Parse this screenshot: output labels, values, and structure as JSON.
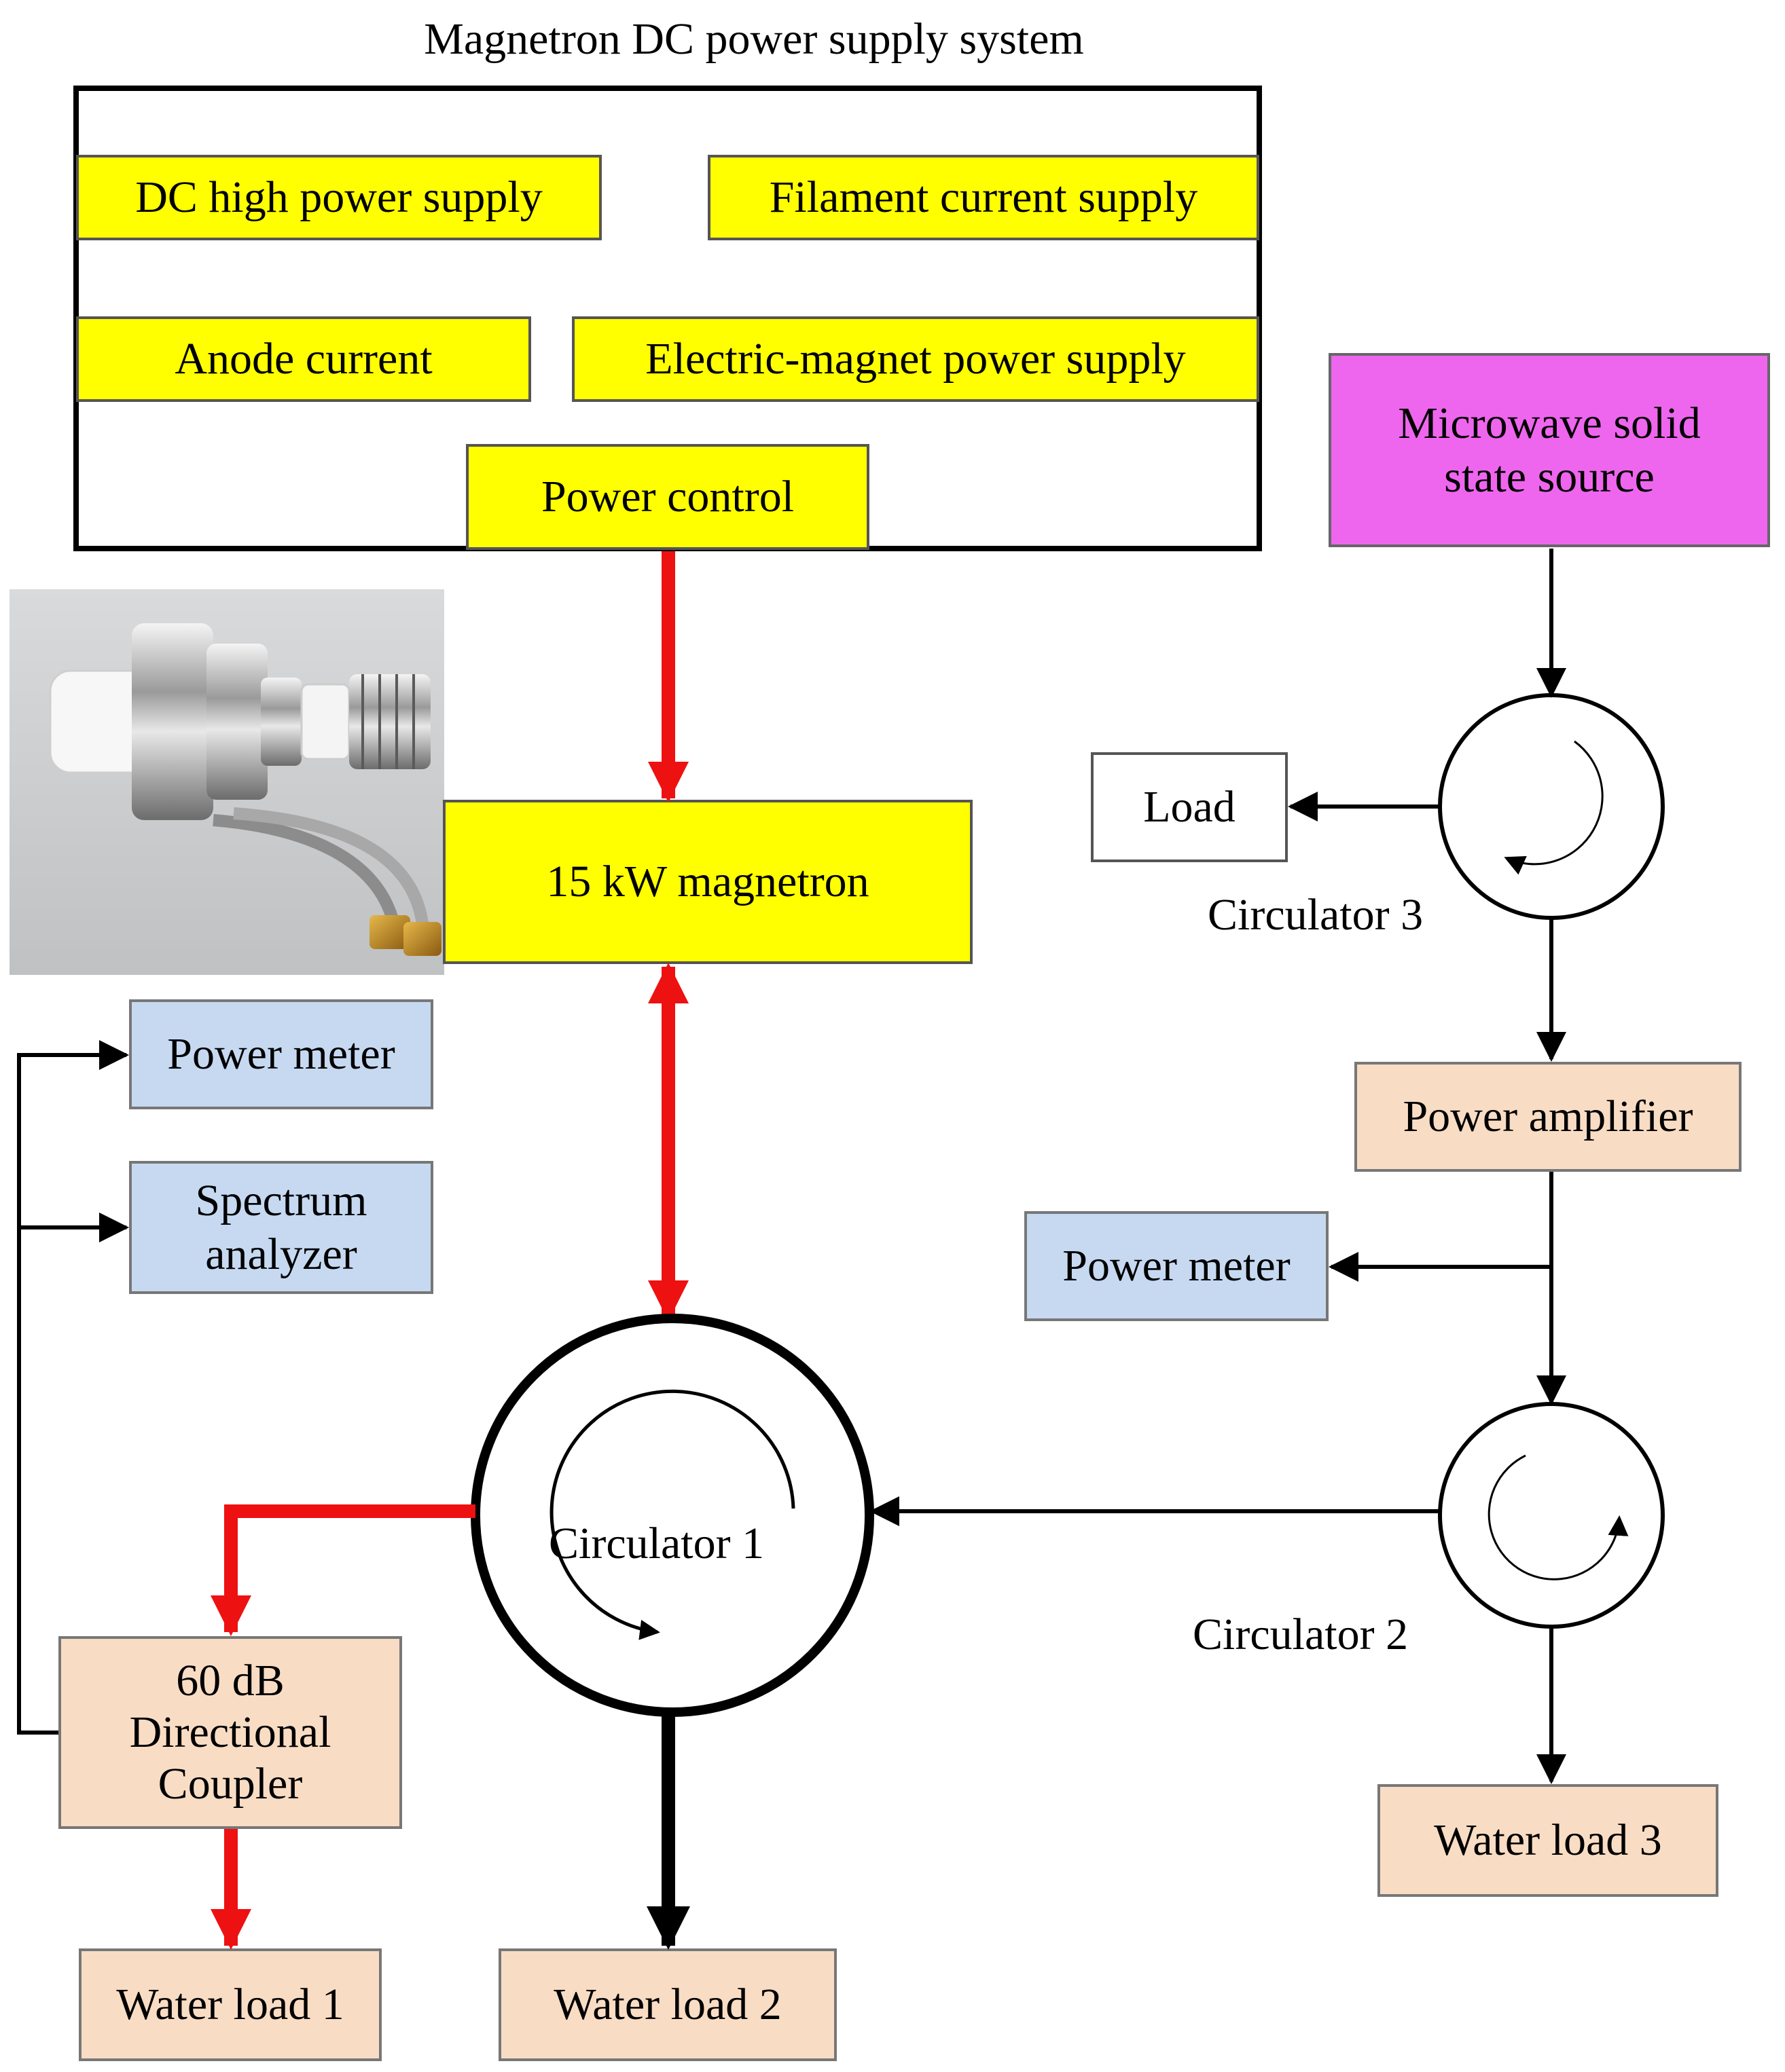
{
  "title": "Magnetron DC power supply system",
  "supply_blocks": {
    "dc_high_power": "DC high power supply",
    "filament": "Filament current supply",
    "anode": "Anode current",
    "electric_magnet": "Electric-magnet power supply",
    "power_control": "Power control"
  },
  "magnetron": "15 kW  magnetron",
  "microwave_source": [
    "Microwave solid",
    "state source"
  ],
  "load": "Load",
  "circulators": {
    "c1": "Circulator 1",
    "c2": "Circulator 2",
    "c3": "Circulator 3"
  },
  "power_amplifier": "Power amplifier",
  "power_meter_left": "Power meter",
  "power_meter_right": "Power meter",
  "spectrum_analyzer": [
    "Spectrum",
    "analyzer"
  ],
  "directional_coupler": [
    "60 dB",
    "Directional",
    "Coupler"
  ],
  "water_loads": {
    "w1": "Water load 1",
    "w2": "Water load 2",
    "w3": "Water load 3"
  },
  "colors": {
    "yellow_block": "#ffff00",
    "blue_block": "#c6d9f1",
    "peach_block": "#f8dcc4",
    "magenta_block": "#ee66ee",
    "high_power_arrow": "#ee1111",
    "signal_arrow": "#000000"
  }
}
